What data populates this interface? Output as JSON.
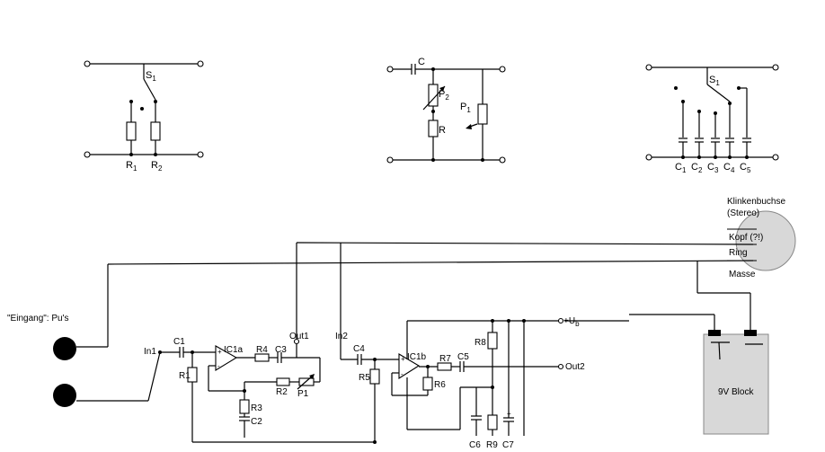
{
  "diagram": {
    "top_left": {
      "switch": {
        "main": "S",
        "sub": "1"
      },
      "resistors": [
        {
          "main": "R",
          "sub": "1"
        },
        {
          "main": "R",
          "sub": "2"
        }
      ]
    },
    "top_middle": {
      "capacitor": "C",
      "pot_p2": {
        "main": "P",
        "sub": "2"
      },
      "resistor": "R",
      "pot_p1": {
        "main": "P",
        "sub": "1"
      }
    },
    "top_right": {
      "switch": {
        "main": "S",
        "sub": "1"
      },
      "capacitors": [
        {
          "main": "C",
          "sub": "1"
        },
        {
          "main": "C",
          "sub": "2"
        },
        {
          "main": "C",
          "sub": "3"
        },
        {
          "main": "C",
          "sub": "4"
        },
        {
          "main": "C",
          "sub": "5"
        }
      ]
    },
    "jack": {
      "title_line1": "Klinkenbuchse",
      "title_line2": "(Stereo)",
      "kopf": "Kopf (?!)",
      "ring": "Ring",
      "masse": "Masse"
    },
    "battery": {
      "label": "9V Block"
    },
    "input": {
      "label": "\"Eingang\": Pu's"
    },
    "main": {
      "in1": "In1",
      "c1": "C1",
      "r1": "R1",
      "ic1a": "IC1a",
      "r4": "R4",
      "c3": "C3",
      "out1": "Out1",
      "r2": "R2",
      "p1": "P1",
      "r3": "R3",
      "c2": "C2",
      "in2": "In2",
      "c4": "C4",
      "r5": "R5",
      "ic1b": "IC1b",
      "r7": "R7",
      "c5": "C5",
      "out2": "Out2",
      "r6": "R6",
      "r8": "R8",
      "r9": "R9",
      "c6": "C6",
      "c7": "C7",
      "supply_main": "+U",
      "supply_sub": "b",
      "plus": "+",
      "minus": "-"
    }
  }
}
